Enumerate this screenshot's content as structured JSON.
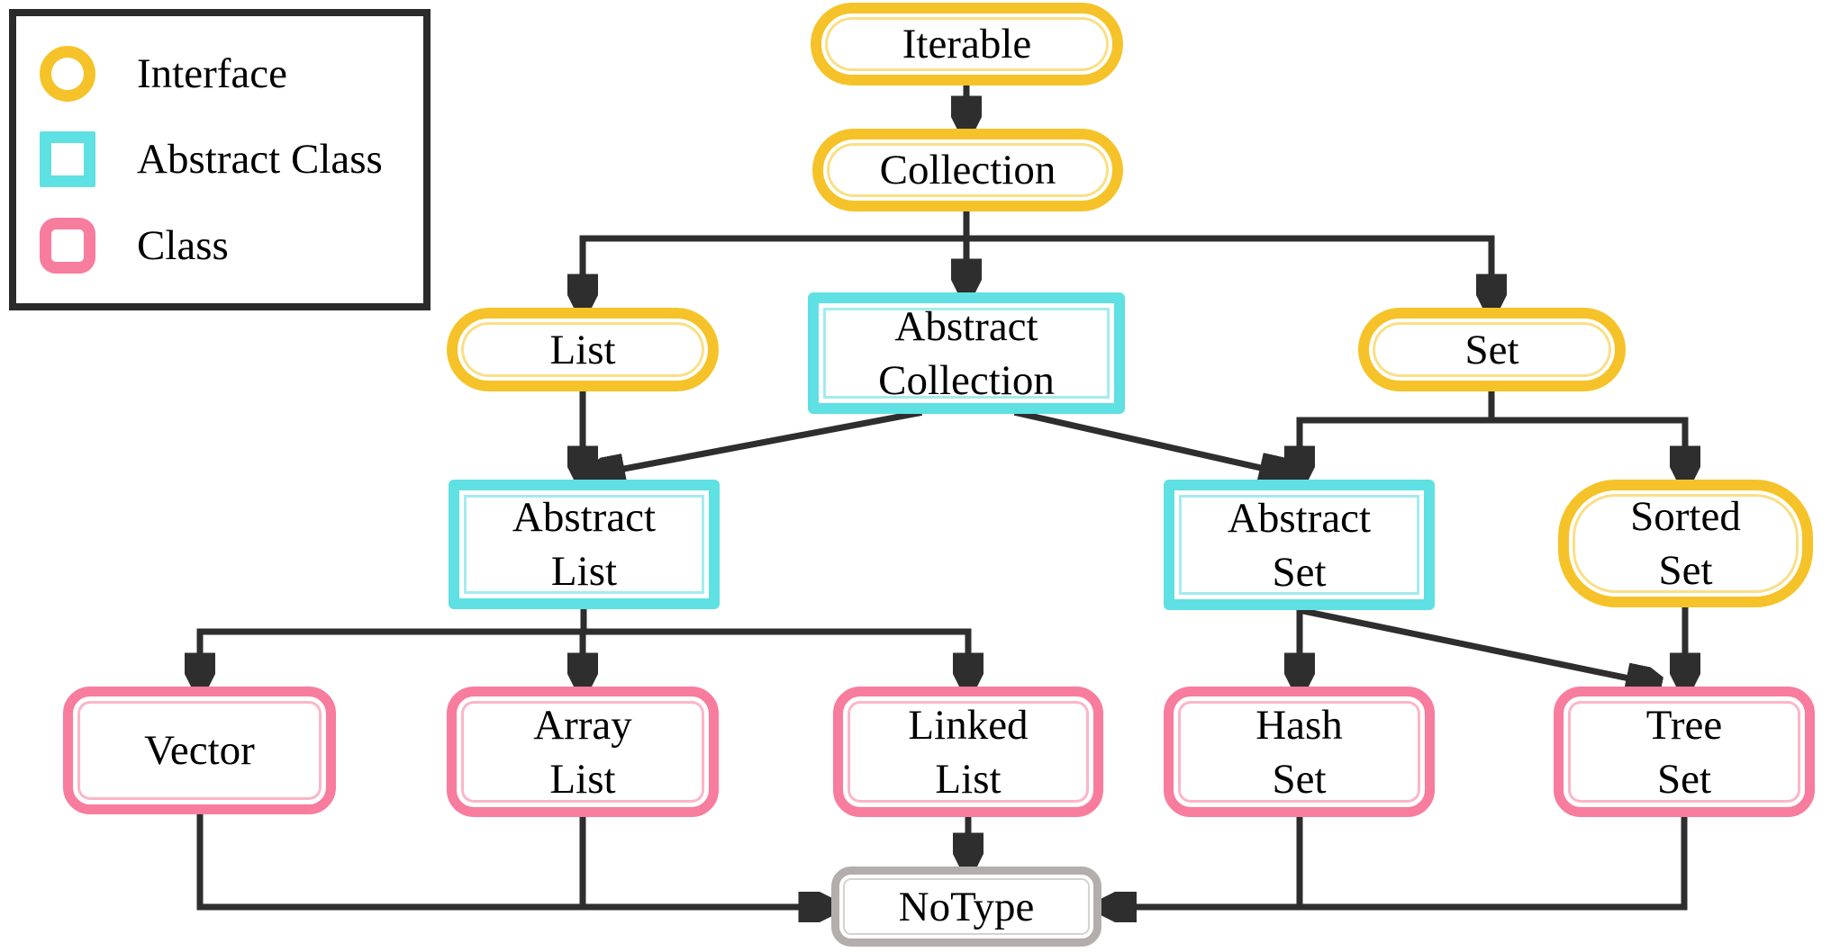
{
  "colors": {
    "yellow": "#F5C329",
    "yellow-light": "#F9DF86",
    "cyan": "#5FE0E3",
    "cyan-light": "#A3ECEE",
    "pink": "#F87C9D",
    "pink-light": "#FBB6C7",
    "gray": "#B3AEAB",
    "gray-light": "#D6D2D0",
    "line": "#2E2E2E",
    "text": "#000000",
    "bg": "#FFFFFF"
  },
  "legend": {
    "items": [
      {
        "type": "interface",
        "label": "Interface"
      },
      {
        "type": "abstract-class",
        "label": "Abstract Class"
      },
      {
        "type": "class",
        "label": "Class"
      }
    ]
  },
  "nodes": {
    "iterable": {
      "label": "Iterable",
      "kind": "interface"
    },
    "collection": {
      "label": "Collection",
      "kind": "interface"
    },
    "list": {
      "label": "List",
      "kind": "interface"
    },
    "abstract_collection": {
      "label": "Abstract\nCollection",
      "kind": "abstract-class"
    },
    "set": {
      "label": "Set",
      "kind": "interface"
    },
    "abstract_list": {
      "label": "Abstract\nList",
      "kind": "abstract-class"
    },
    "abstract_set": {
      "label": "Abstract\nSet",
      "kind": "abstract-class"
    },
    "sorted_set": {
      "label": "Sorted\nSet",
      "kind": "interface"
    },
    "vector": {
      "label": "Vector",
      "kind": "class"
    },
    "array_list": {
      "label": "Array\nList",
      "kind": "class"
    },
    "linked_list": {
      "label": "Linked\nList",
      "kind": "class"
    },
    "hash_set": {
      "label": "Hash\nSet",
      "kind": "class"
    },
    "tree_set": {
      "label": "Tree\nSet",
      "kind": "class"
    },
    "no_type": {
      "label": "NoType",
      "kind": "other"
    }
  },
  "edges": [
    {
      "from": "iterable",
      "to": "collection"
    },
    {
      "from": "collection",
      "to": "list"
    },
    {
      "from": "collection",
      "to": "abstract_collection"
    },
    {
      "from": "collection",
      "to": "set"
    },
    {
      "from": "list",
      "to": "abstract_list"
    },
    {
      "from": "abstract_collection",
      "to": "abstract_list"
    },
    {
      "from": "abstract_collection",
      "to": "abstract_set"
    },
    {
      "from": "set",
      "to": "abstract_set"
    },
    {
      "from": "set",
      "to": "sorted_set"
    },
    {
      "from": "abstract_list",
      "to": "vector"
    },
    {
      "from": "abstract_list",
      "to": "array_list"
    },
    {
      "from": "abstract_list",
      "to": "linked_list"
    },
    {
      "from": "abstract_set",
      "to": "hash_set"
    },
    {
      "from": "abstract_set",
      "to": "tree_set"
    },
    {
      "from": "sorted_set",
      "to": "tree_set"
    },
    {
      "from": "vector",
      "to": "no_type"
    },
    {
      "from": "array_list",
      "to": "no_type"
    },
    {
      "from": "linked_list",
      "to": "no_type"
    },
    {
      "from": "hash_set",
      "to": "no_type"
    },
    {
      "from": "tree_set",
      "to": "no_type"
    }
  ]
}
